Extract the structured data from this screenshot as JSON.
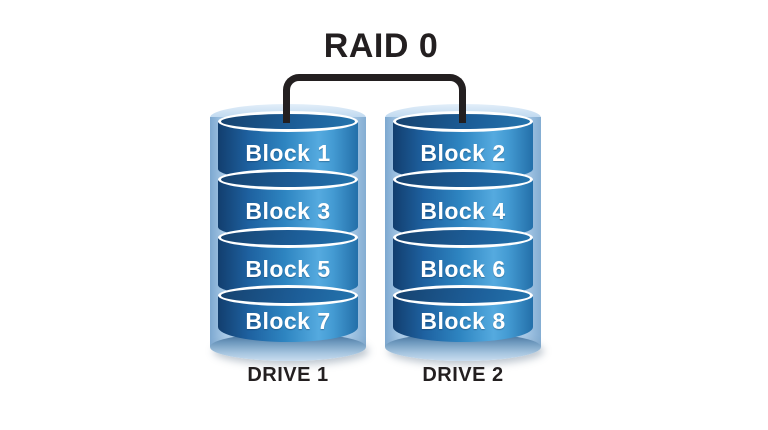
{
  "title": "RAID 0",
  "drives": [
    {
      "label": "DRIVE 1",
      "blocks": [
        "Block 1",
        "Block 3",
        "Block 5",
        "Block 7"
      ]
    },
    {
      "label": "DRIVE 2",
      "blocks": [
        "Block 2",
        "Block 4",
        "Block 6",
        "Block 8"
      ]
    }
  ],
  "colors": {
    "background": "#ffffff",
    "title_text": "#231f20",
    "connector": "#231f20",
    "outer_cylinder_light": "#cfe3f4",
    "outer_cylinder_edge": "#7da8d0",
    "outer_cylinder_bottom": "#3e6a95",
    "block_body_dark": "#123e6e",
    "block_body_highlight": "#55aadf",
    "block_ellipse": "#1d5f9a",
    "ellipse_ring": "#ffffff",
    "block_text": "#ffffff",
    "drive_label_text": "#231f20"
  }
}
